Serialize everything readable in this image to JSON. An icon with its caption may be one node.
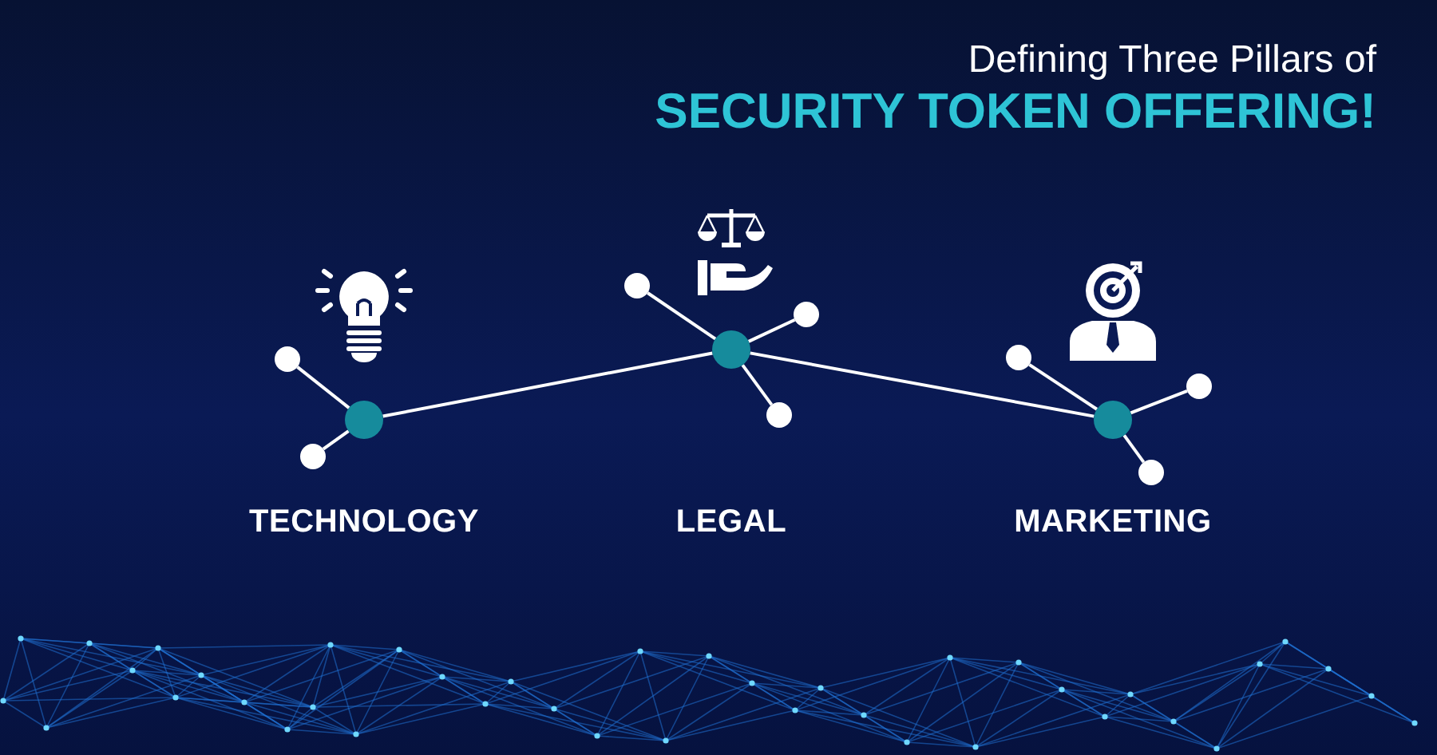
{
  "diagram": {
    "title": "Defining Three Pillars of",
    "nodes": [
      {
        "text": [],
        "shape": "circle"
      },
      {
        "text": [],
        "shape": "circle"
      },
      {
        "text": [],
        "shape": "circle"
      },
      {
        "text": [],
        "shape": "circle"
      },
      {
        "text": [],
        "shape": "circle"
      },
      {
        "text": [],
        "shape": "circle"
      },
      {
        "text": [],
        "shape": "circle"
      },
      {
        "text": [],
        "shape": "circle"
      },
      {
        "text": [],
        "shape": "circle"
      },
      {
        "text": [],
        "shape": "circle"
      },
      {
        "text": [],
        "shape": "circle"
      }
    ],
    "edges": [
      {
        "from": 0,
        "to": 3,
        "arrow": "none"
      },
      {
        "from": 3,
        "to": 7,
        "arrow": "none"
      },
      {
        "from": 0,
        "to": 1,
        "arrow": "none"
      },
      {
        "from": 0,
        "to": 2,
        "arrow": "none"
      },
      {
        "from": 3,
        "to": 4,
        "arrow": "none"
      },
      {
        "from": 3,
        "to": 5,
        "arrow": "none"
      },
      {
        "from": 3,
        "to": 6,
        "arrow": "none"
      },
      {
        "from": 7,
        "to": 8,
        "arrow": "none"
      },
      {
        "from": 7,
        "to": 9,
        "arrow": "none"
      },
      {
        "from": 7,
        "to": 10,
        "arrow": "none"
      }
    ],
    "labels": [
      "SECURITY TOKEN OFFERING!",
      "TECHNOLOGY",
      "LEGAL",
      "MARKETING"
    ]
  }
}
